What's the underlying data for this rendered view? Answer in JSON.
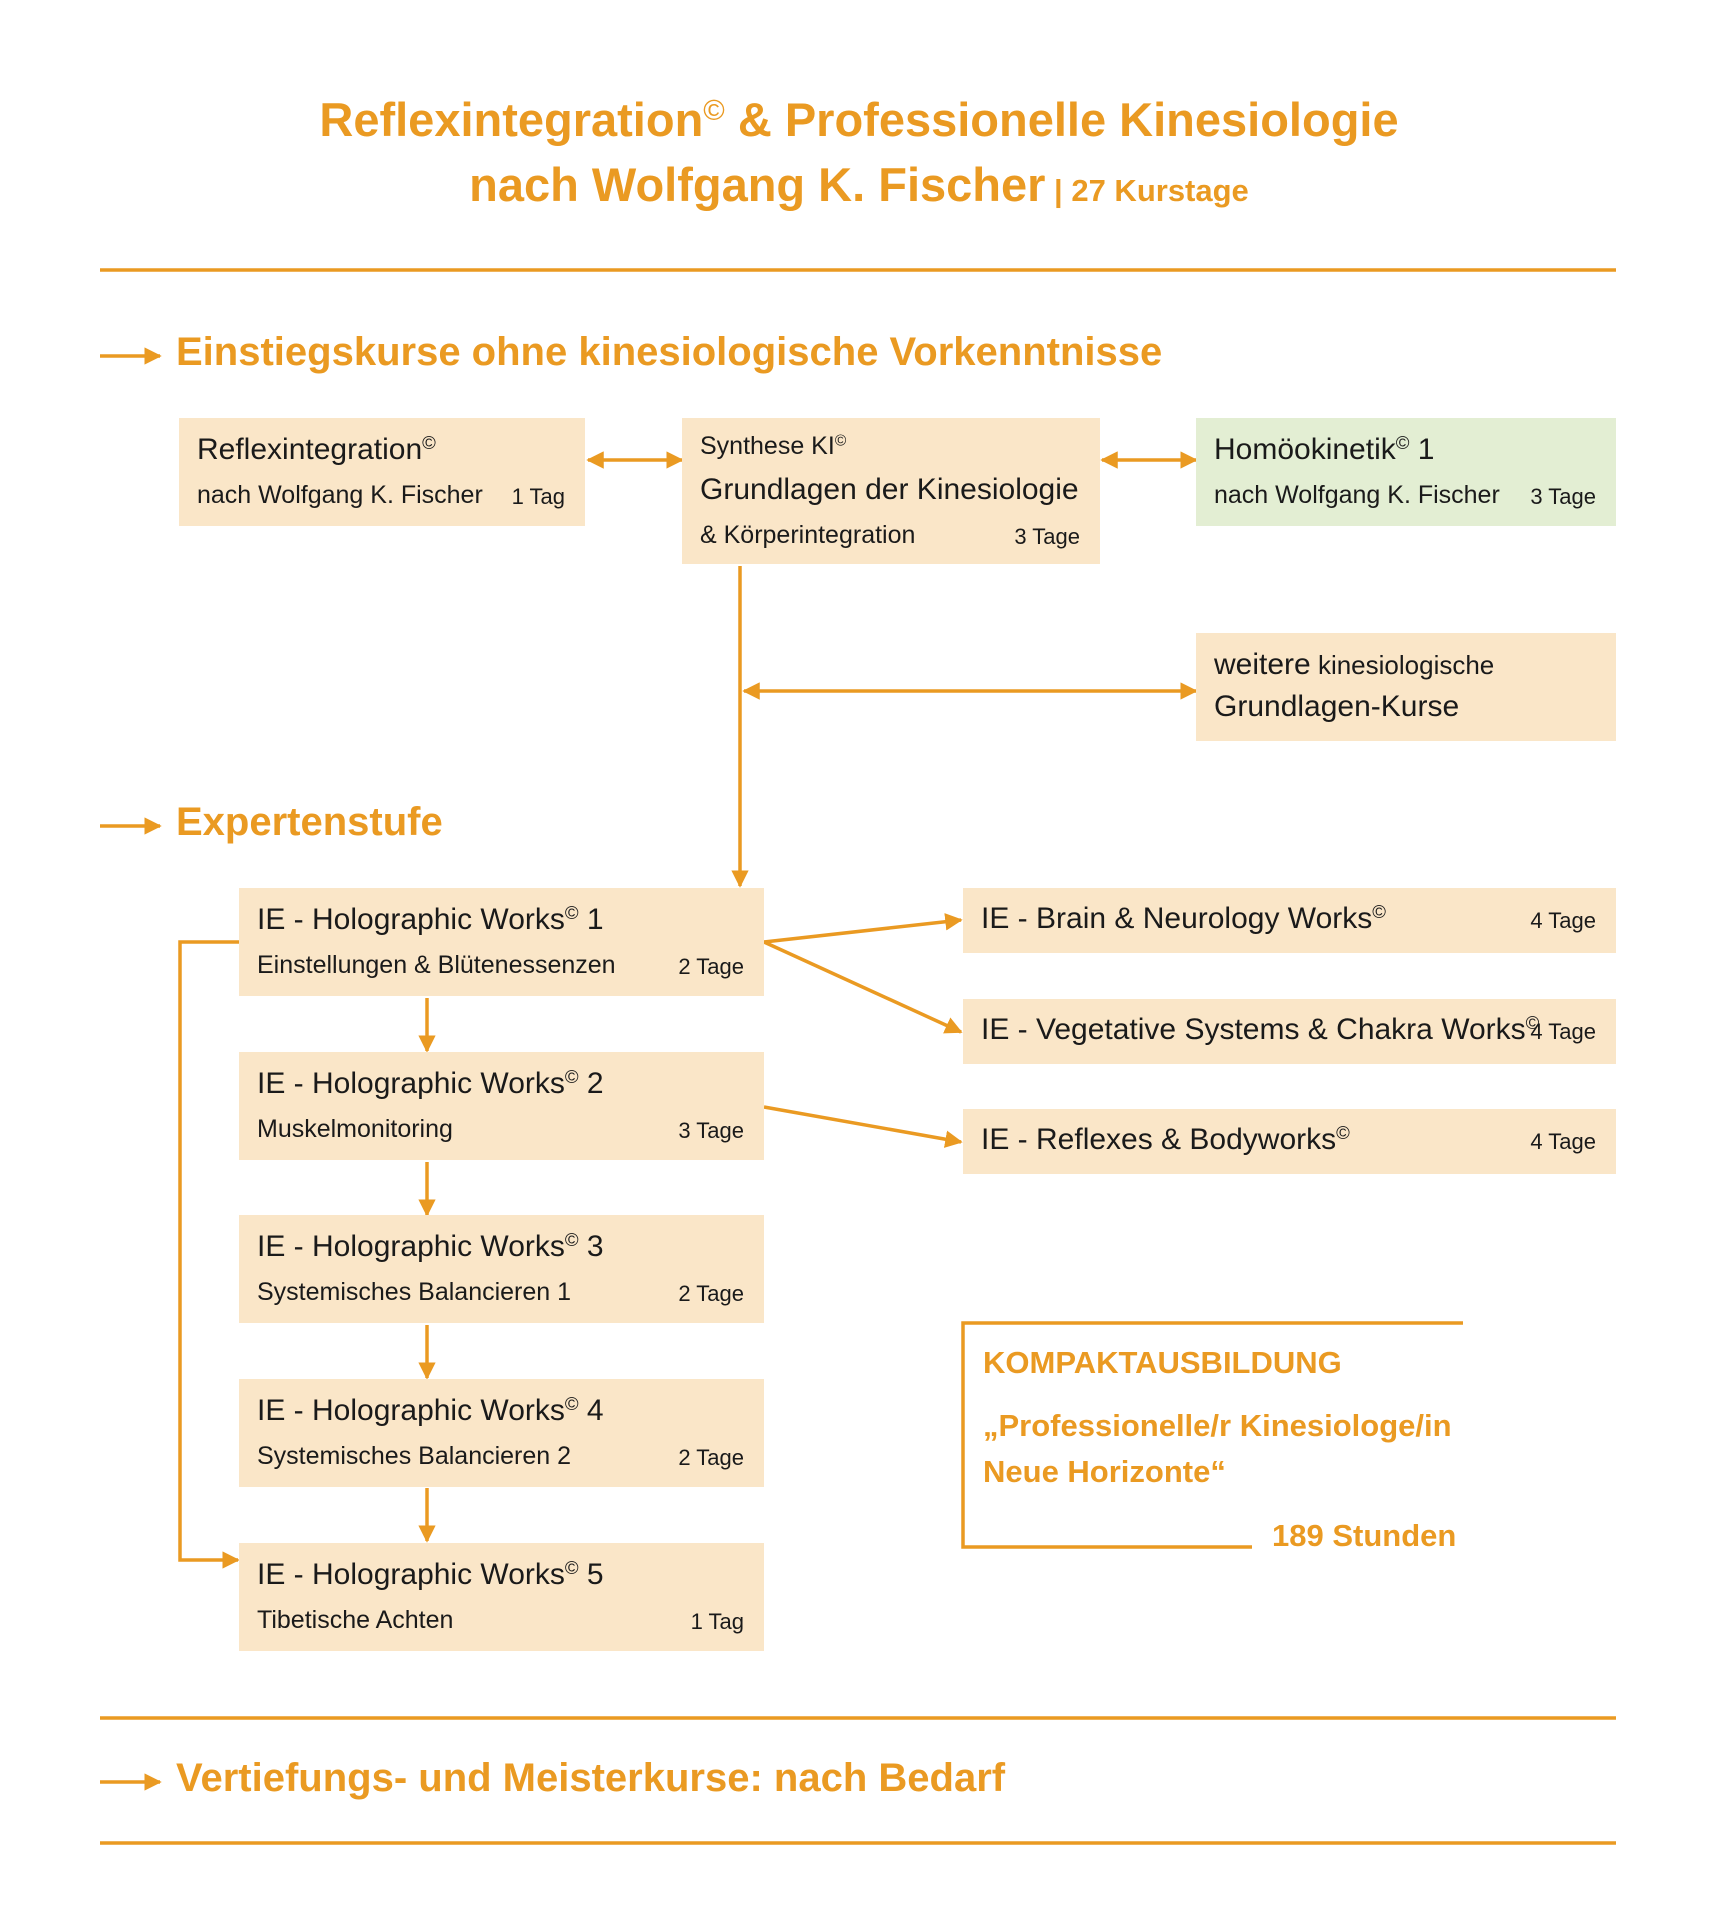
{
  "title": {
    "line1": "Reflexintegration",
    "line1_mark": "©",
    "line1_rest": " & Professionelle Kinesiologie",
    "line2": "nach Wolfgang K. Fischer",
    "line2_sub": " | 27 Kurstage"
  },
  "sections": {
    "entry": "Einstiegskurse ohne kinesiologische Vorkenntnisse",
    "expert": "Expertenstufe",
    "advanced": "Vertiefungs- und Meisterkurse: nach Bedarf"
  },
  "entry_courses": {
    "reflex": {
      "name": "Reflexintegration",
      "mark": "©",
      "sub": "nach Wolfgang K. Fischer",
      "days": "1 Tag"
    },
    "synthese": {
      "pre": "Synthese KI",
      "mark": "©",
      "name": "Grundlagen der Kinesiologie",
      "sub": "& Körperintegration",
      "days": "3 Tage"
    },
    "homoeo": {
      "name": "Homöokinetik",
      "mark": "©",
      "num": " 1",
      "sub": "nach Wolfgang K. Fischer",
      "days": "3 Tage"
    },
    "weitere": {
      "pre": "weitere",
      "pre_small": " kinesiologische",
      "name": "Grundlagen-Kurse"
    }
  },
  "holographic": [
    {
      "name": "IE - Holographic Works",
      "mark": "©",
      "num": " 1",
      "sub": "Einstellungen & Blütenessenzen",
      "days": "2 Tage"
    },
    {
      "name": "IE - Holographic Works",
      "mark": "©",
      "num": " 2",
      "sub": "Muskelmonitoring",
      "days": "3 Tage"
    },
    {
      "name": "IE - Holographic Works",
      "mark": "©",
      "num": " 3",
      "sub": "Systemisches Balancieren 1",
      "days": "2 Tage"
    },
    {
      "name": "IE - Holographic Works",
      "mark": "©",
      "num": " 4",
      "sub": "Systemisches Balancieren 2",
      "days": "2 Tage"
    },
    {
      "name": "IE - Holographic Works",
      "mark": "©",
      "num": " 5",
      "sub": "Tibetische Achten",
      "days": "1 Tag"
    }
  ],
  "specials": [
    {
      "name": "IE - Brain & Neurology Works",
      "mark": "©",
      "days": "4 Tage"
    },
    {
      "name": "IE - Vegetative Systems & Chakra Works",
      "mark": "©",
      "days": "4 Tage"
    },
    {
      "name": "IE - Reflexes & Bodyworks",
      "mark": "©",
      "days": "4 Tage"
    }
  ],
  "kompakt": {
    "label": "KOMPAKTAUSBILDUNG",
    "quote1": "„Professionelle/r Kinesiologe/in",
    "quote2": "Neue Horizonte“",
    "hours": "189 Stunden"
  },
  "colors": {
    "accent": "#ea9a22",
    "box": "#fae6c8",
    "box_green": "#e3eed3"
  }
}
